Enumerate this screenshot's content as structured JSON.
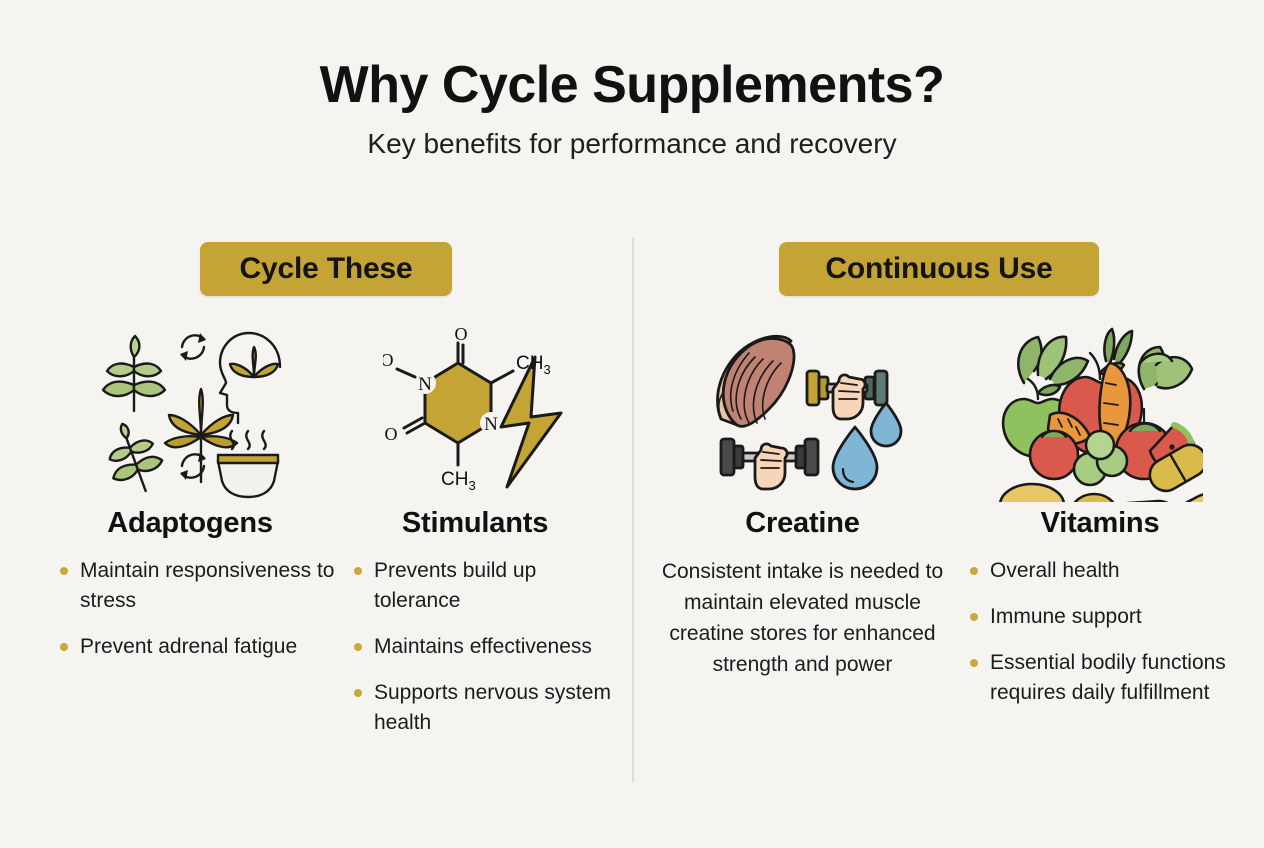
{
  "header": {
    "title": "Why Cycle Supplements?",
    "subtitle": "Key benefits for performance and recovery"
  },
  "sections": [
    {
      "badge": "Cycle These"
    },
    {
      "badge": "Continuous Use"
    }
  ],
  "columns": [
    {
      "title": "Adaptogens",
      "icon": "herbs-leaf-cycle-head-bowl-icon",
      "type": "bullets",
      "bullets": [
        "Maintain responsiveness to stress",
        "Prevent adrenal fatigue"
      ]
    },
    {
      "title": "Stimulants",
      "icon": "caffeine-molecule-lightning-icon",
      "type": "bullets",
      "bullets": [
        "Prevents build up tolerance",
        "Maintains effectiveness",
        "Supports nervous system health"
      ]
    },
    {
      "title": "Creatine",
      "icon": "muscle-dumbbell-water-icon",
      "type": "paragraph",
      "paragraph": "Consistent intake is needed to maintain elevated muscle creatine stores for enhanced strength and power"
    },
    {
      "title": "Vitamins",
      "icon": "fruits-vegetables-pills-icon",
      "type": "bullets",
      "bullets": [
        "Overall health",
        "Immune support",
        "Essential bodily functions requires daily fulfillment"
      ]
    }
  ],
  "colors": {
    "background": "#f5f4f1",
    "badge": "#c4a434",
    "bullet": "#c9a93c",
    "divider": "#dedddb",
    "text": "#1c1c1c",
    "leaf_green": "#9cbf6b",
    "leaf_gold": "#c4a434",
    "muscle": "#c08272",
    "water_blue": "#7fb5d5",
    "dumbbell_gray": "#4a4a4a"
  }
}
